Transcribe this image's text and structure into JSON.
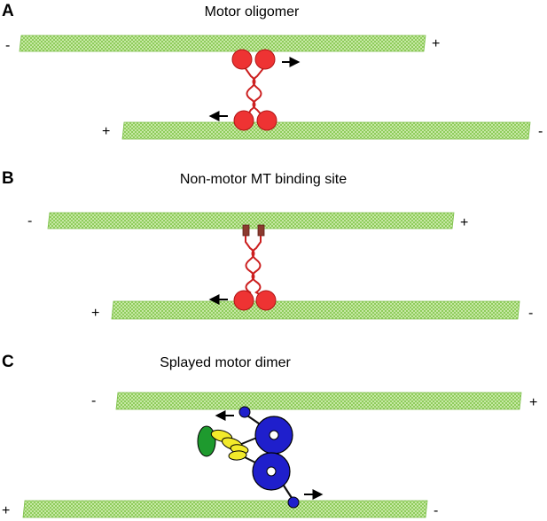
{
  "panels": [
    {
      "letter": "A",
      "title": "Motor oligomer",
      "top_left_sign": "-",
      "top_right_sign": "+",
      "bottom_left_sign": "+",
      "bottom_right_sign": "-"
    },
    {
      "letter": "B",
      "title": "Non-motor MT binding site",
      "top_left_sign": "-",
      "top_right_sign": "+",
      "bottom_left_sign": "+",
      "bottom_right_sign": "-"
    },
    {
      "letter": "C",
      "title": "Splayed motor dimer",
      "top_left_sign": "-",
      "top_right_sign": "+",
      "bottom_left_sign": "+",
      "bottom_right_sign": "-"
    }
  ],
  "colors": {
    "microtubule": "#9ad36a",
    "microtubule_stripe": "#5fae2e",
    "motor_head": "#ee3333",
    "coiled_coil": "#cc1f1f",
    "binding_site": "#8b3a2f",
    "dynein_motor": "#1f1fcc",
    "stalk_yellow": "#f2ea2a",
    "cargo_green": "#1e9a2e"
  }
}
